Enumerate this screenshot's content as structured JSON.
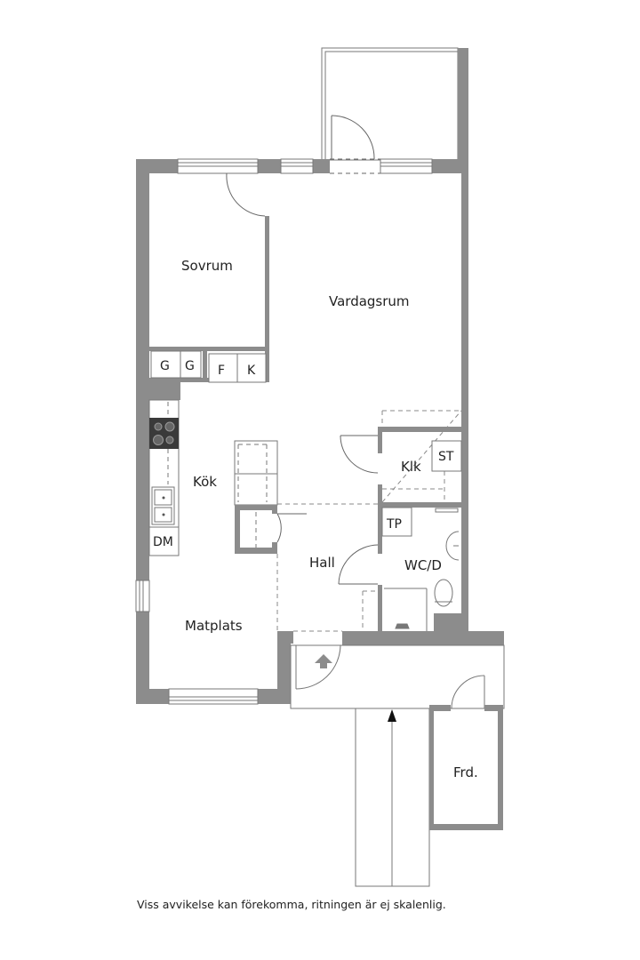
{
  "plan": {
    "rooms": {
      "sovrum": "Sovrum",
      "vardagsrum": "Vardagsrum",
      "kok": "Kök",
      "matplats": "Matplats",
      "hall": "Hall",
      "klk": "Klk",
      "wcd": "WC/D",
      "frd": "Frd."
    },
    "fixtures": {
      "g1": "G",
      "g2": "G",
      "f": "F",
      "k": "K",
      "dm": "DM",
      "st": "ST",
      "tp": "TP"
    }
  },
  "footer": {
    "disclaimer": "Viss avvikelse kan förekomma, ritningen är ej skalenlig."
  },
  "colors": {
    "wall": "#8c8c8c",
    "line": "#666666",
    "stove": "#3a3a3a"
  }
}
